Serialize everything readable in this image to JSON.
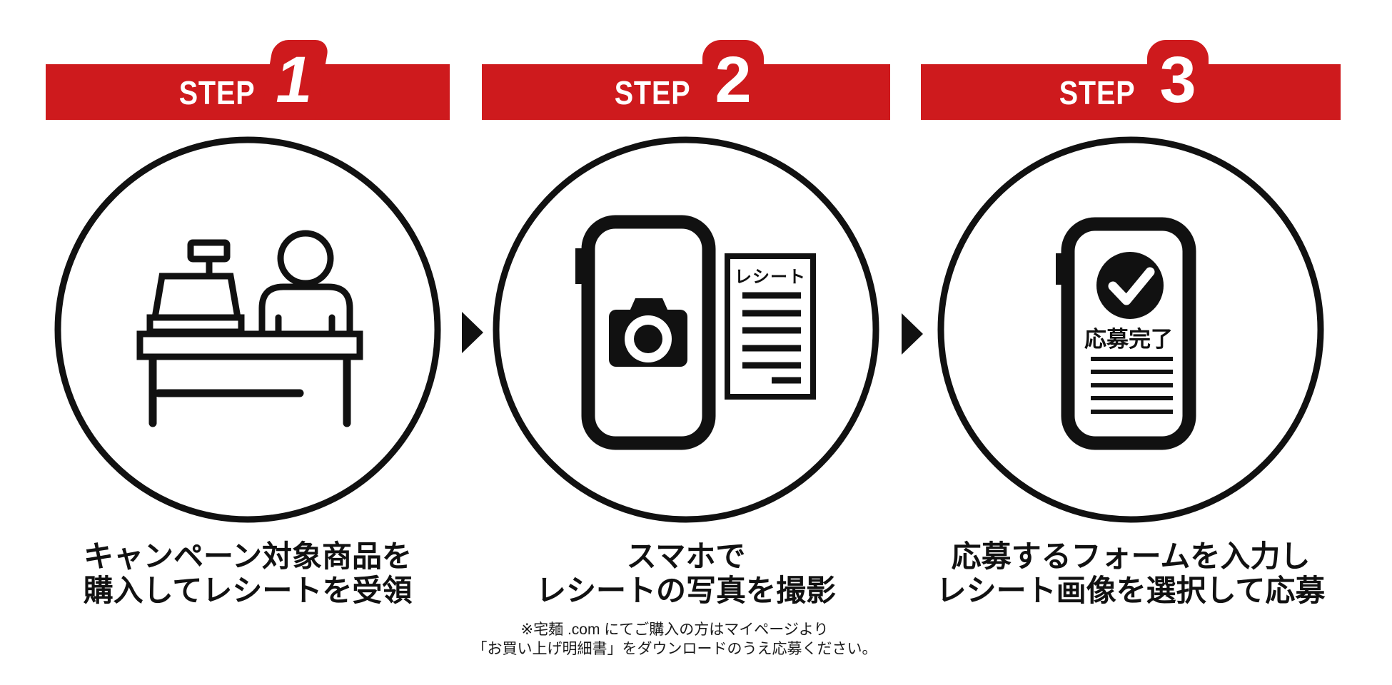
{
  "colors": {
    "accent_red": "#ce1a1d",
    "ink_black": "#111111",
    "background": "#ffffff"
  },
  "steps": [
    {
      "label": "STEP",
      "number": "1",
      "icon": "cash-register-icon",
      "caption_line1": "キャンペーン対象商品を",
      "caption_line2": "購入してレシートを受領"
    },
    {
      "label": "STEP",
      "number": "2",
      "icon": "smartphone-camera-receipt-icon",
      "receipt_label": "レシート",
      "caption_line1": "スマホで",
      "caption_line2": "レシートの写真を撮影"
    },
    {
      "label": "STEP",
      "number": "3",
      "icon": "smartphone-check-icon",
      "phone_screen_label": "応募完了",
      "caption_line1": "応募するフォームを入力し",
      "caption_line2": "レシート画像を選択して応募"
    }
  ],
  "arrows": [
    {
      "icon": "arrow-right-icon"
    },
    {
      "icon": "arrow-right-icon"
    }
  ],
  "footnote": {
    "line1": "※宅麺 .com にてご購入の方はマイページより",
    "line2": "「お買い上げ明細書」をダウンロードのうえ応募ください。"
  }
}
